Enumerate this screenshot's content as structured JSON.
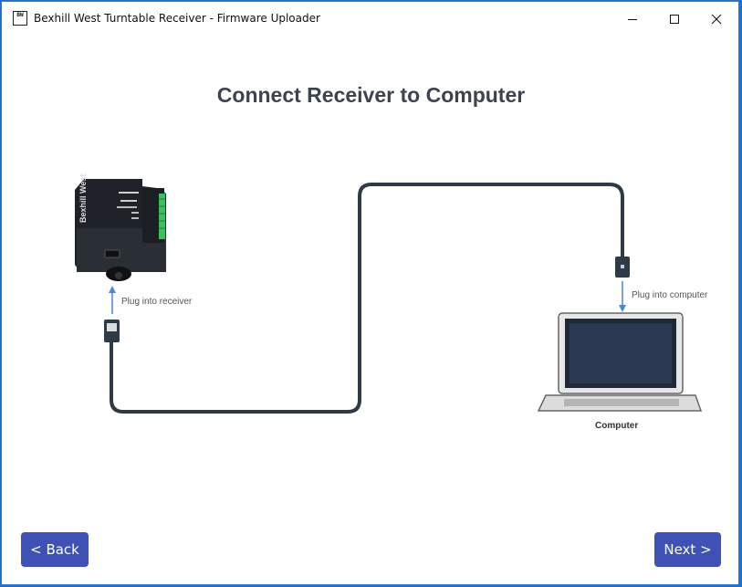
{
  "window": {
    "title": "Bexhill West Turntable Receiver - Firmware Uploader",
    "icon_text": "BW"
  },
  "page": {
    "title": "Connect Receiver to Computer"
  },
  "diagram": {
    "receiver_label": "Plug into receiver",
    "computer_port_label": "Plug into computer",
    "computer_caption": "Computer",
    "device_brand": "Bexhill West",
    "cable_color": "#2f3a47",
    "arrow_color": "#4a86d8"
  },
  "nav": {
    "back_label": "< Back",
    "next_label": "Next >"
  },
  "colors": {
    "accent": "#3f51b5",
    "window_border": "#2a78d8"
  }
}
